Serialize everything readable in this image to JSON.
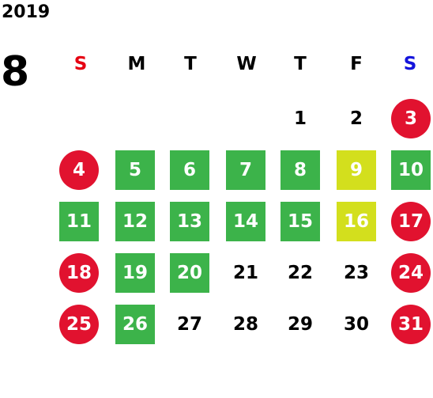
{
  "calendar": {
    "year": "2019",
    "month": "8",
    "weekdays": [
      "S",
      "M",
      "T",
      "W",
      "T",
      "F",
      "S"
    ],
    "weekday_colors": [
      "#e60012",
      "#000000",
      "#000000",
      "#000000",
      "#000000",
      "#000000",
      "#1414dc"
    ],
    "status_colors": {
      "holiday": "#e1122f",
      "work": "#3cb34a",
      "special": "#d3df1d",
      "none": "transparent"
    },
    "weeks": [
      [
        {
          "day": "",
          "status": "none"
        },
        {
          "day": "",
          "status": "none"
        },
        {
          "day": "",
          "status": "none"
        },
        {
          "day": "",
          "status": "none"
        },
        {
          "day": "1",
          "status": "none"
        },
        {
          "day": "2",
          "status": "none"
        },
        {
          "day": "3",
          "status": "holiday"
        }
      ],
      [
        {
          "day": "4",
          "status": "holiday"
        },
        {
          "day": "5",
          "status": "work"
        },
        {
          "day": "6",
          "status": "work"
        },
        {
          "day": "7",
          "status": "work"
        },
        {
          "day": "8",
          "status": "work"
        },
        {
          "day": "9",
          "status": "special"
        },
        {
          "day": "10",
          "status": "work"
        }
      ],
      [
        {
          "day": "11",
          "status": "work"
        },
        {
          "day": "12",
          "status": "work"
        },
        {
          "day": "13",
          "status": "work"
        },
        {
          "day": "14",
          "status": "work"
        },
        {
          "day": "15",
          "status": "work"
        },
        {
          "day": "16",
          "status": "special"
        },
        {
          "day": "17",
          "status": "holiday"
        }
      ],
      [
        {
          "day": "18",
          "status": "holiday"
        },
        {
          "day": "19",
          "status": "work"
        },
        {
          "day": "20",
          "status": "work"
        },
        {
          "day": "21",
          "status": "none"
        },
        {
          "day": "22",
          "status": "none"
        },
        {
          "day": "23",
          "status": "none"
        },
        {
          "day": "24",
          "status": "holiday"
        }
      ],
      [
        {
          "day": "25",
          "status": "holiday"
        },
        {
          "day": "26",
          "status": "work"
        },
        {
          "day": "27",
          "status": "none"
        },
        {
          "day": "28",
          "status": "none"
        },
        {
          "day": "29",
          "status": "none"
        },
        {
          "day": "30",
          "status": "none"
        },
        {
          "day": "31",
          "status": "holiday"
        }
      ]
    ]
  }
}
